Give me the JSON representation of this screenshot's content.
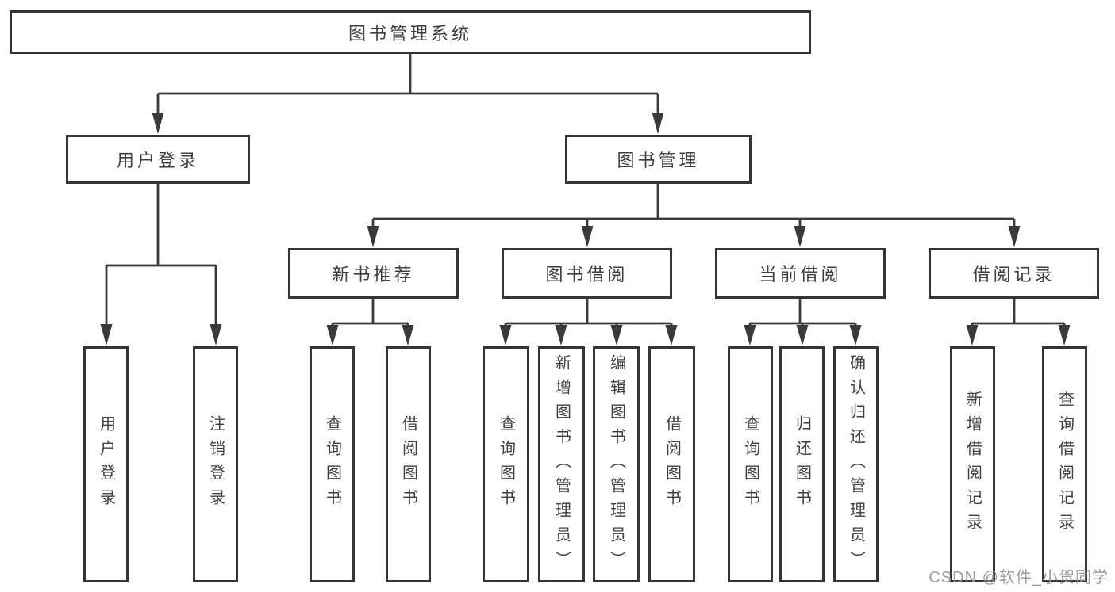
{
  "diagram": {
    "root": {
      "label": "图书管理系统"
    },
    "level2": [
      {
        "label": "用户登录"
      },
      {
        "label": "图书管理"
      }
    ],
    "level3": [
      {
        "label": "新书推荐"
      },
      {
        "label": "图书借阅"
      },
      {
        "label": "当前借阅"
      },
      {
        "label": "借阅记录"
      }
    ],
    "leaves": {
      "g1": [
        {
          "label": "用户登录"
        },
        {
          "label": "注销登录"
        }
      ],
      "g2": [
        {
          "label": "查询图书"
        },
        {
          "label": "借阅图书"
        }
      ],
      "g3": [
        {
          "label": "查询图书"
        },
        {
          "label": "新增图书（管理员）"
        },
        {
          "label": "编辑图书（管理员）"
        },
        {
          "label": "借阅图书"
        }
      ],
      "g4": [
        {
          "label": "查询图书"
        },
        {
          "label": "归还图书"
        },
        {
          "label": "确认归还（管理员）"
        }
      ],
      "g5": [
        {
          "label": "新增借阅记录"
        },
        {
          "label": "查询借阅记录"
        }
      ]
    }
  },
  "watermark": {
    "text": "CSDN @软件_小贺同学"
  },
  "colors": {
    "line": "#3a3a3a",
    "box_border": "#353535",
    "text": "#3f3f3f",
    "watermark": "#949494",
    "background": "#ffffff"
  }
}
